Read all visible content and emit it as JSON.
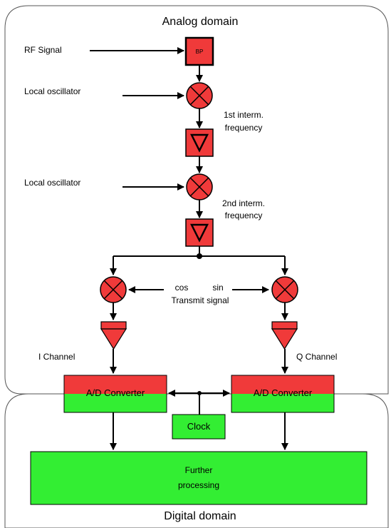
{
  "domains": {
    "analog": "Analog domain",
    "digital": "Digital domain"
  },
  "inputs": {
    "rf_signal": "RF Signal",
    "local_oscillator_1": "Local oscillator",
    "local_oscillator_2": "Local oscillator"
  },
  "blocks": {
    "bandpass": "BP",
    "adc_i": "A/D Converter",
    "adc_q": "A/D Converter",
    "clock": "Clock",
    "further_processing_line1": "Further",
    "further_processing_line2": "processing"
  },
  "annotations": {
    "if1_line1": "1st interm.",
    "if1_line2": "frequency",
    "if2_line1": "2nd interm.",
    "if2_line2": "frequency",
    "cos": "cos",
    "sin": "sin",
    "transmit_signal": "Transmit signal",
    "i_channel": "I Channel",
    "q_channel": "Q Channel"
  },
  "colors": {
    "analog_red": "#f03a3a",
    "digital_green": "#33ee33",
    "outline": "#000000"
  }
}
